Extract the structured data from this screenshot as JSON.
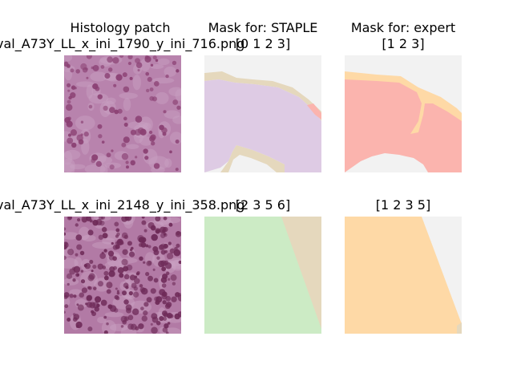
{
  "figure": {
    "col_titles": {
      "histology": "Histology patch",
      "staple": "Mask for: STAPLE",
      "expert": "Mask for: expert"
    },
    "rows": [
      {
        "patch_name": "val_A73Y_LL_x_ini_1790_y_ini_716.png",
        "staple_labels": "[0 1 2 3]",
        "expert_labels": "[1 2 3]"
      },
      {
        "patch_name": "val_A73Y_LL_x_ini_2148_y_ini_358.png",
        "staple_labels": "[2 3 5 6]",
        "expert_labels": "[1 2 3 5]"
      }
    ]
  },
  "colors": {
    "background": "#f2f2f2",
    "tan": "#e5d8bd",
    "lavender": "#decbe4",
    "pink": "#fbb4ae",
    "peach": "#fed9a6",
    "green": "#ccebc5",
    "tissue_light": "#c9a1c4",
    "tissue_dark": "#8a3f72"
  }
}
